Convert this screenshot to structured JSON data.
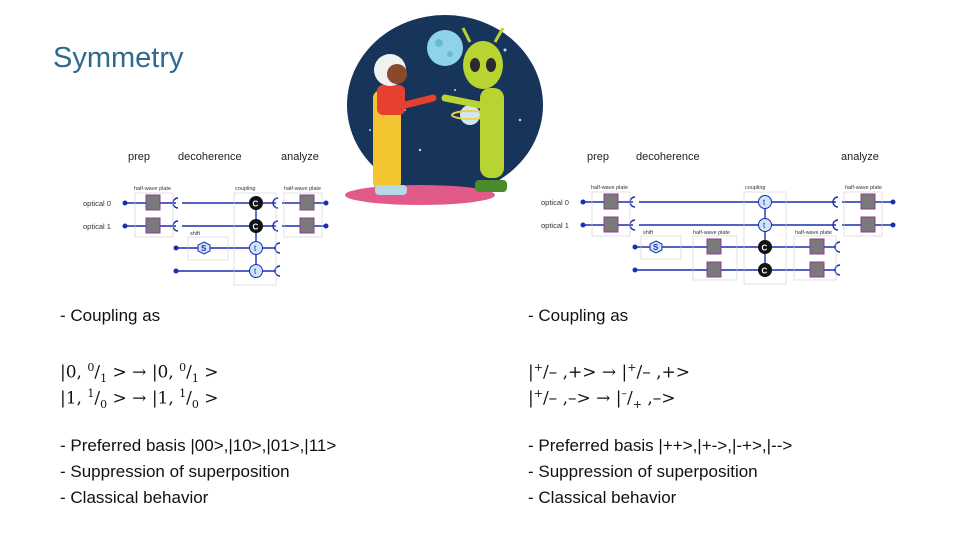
{
  "title": "Symmetry",
  "circuit_left": {
    "sections": {
      "prep": "prep",
      "decoherence": "decoherence",
      "analyze": "analyze"
    },
    "wires": {
      "optical0": "optical 0",
      "optical1": "optical 1"
    },
    "boxes": {
      "hwp_prep": "half-wave plate",
      "shift": "shift",
      "coupling": "coupling",
      "hwp_analyze": "half-wave plate"
    },
    "glyphs": {
      "c": "C",
      "t": "t",
      "s": "S"
    }
  },
  "circuit_right": {
    "sections": {
      "prep": "prep",
      "decoherence": "decoherence",
      "analyze": "analyze"
    },
    "wires": {
      "optical0": "optical 0",
      "optical1": "optical 1"
    },
    "boxes": {
      "hwp_prep": "half-wave plate",
      "shift": "shift",
      "hwp_mid": "half-wave plate",
      "coupling": "coupling",
      "hwp_mid2": "half-wave plate",
      "hwp_analyze": "half-wave plate"
    },
    "glyphs": {
      "c": "C",
      "t": "t",
      "s": "S"
    }
  },
  "left_text": {
    "coupling": "- Coupling as",
    "eq1": {
      "ket_a": "|0, ",
      "sup_a": "0",
      "slash_a": "/",
      "sub_a": "1",
      "tail_a": " >",
      "arrow": "→",
      "ket_b": "|0, ",
      "sup_b": "0",
      "slash_b": "/",
      "sub_b": "1",
      "tail_b": " >"
    },
    "eq2": {
      "ket_a": "|1, ",
      "sup_a": "1",
      "slash_a": "/",
      "sub_a": "0",
      "tail_a": " >",
      "arrow": "→",
      "ket_b": "|1, ",
      "sup_b": "1",
      "slash_b": "/",
      "sub_b": "0",
      "tail_b": " >"
    },
    "preferred": "- Preferred basis |00>,|10>,|01>,|11>",
    "suppression": "- Suppression of superposition",
    "classical": "- Classical behavior"
  },
  "right_text": {
    "coupling": "- Coupling as",
    "eq1": {
      "ket_a": "|",
      "sup_a": "+",
      "mid_a": "/– ,+>",
      "arrow": "→",
      "ket_b": "|",
      "sup_b": "+",
      "mid_b": "/– ,+>"
    },
    "eq2": {
      "ket_a": "|",
      "sup_a": "+",
      "mid_a": "/– ,–>",
      "arrow": "→",
      "ket_b": "|",
      "sup_b": "–",
      "slash_b": "/",
      "sub_b": "+",
      "mid_b": " ,–>"
    },
    "preferred": "- Preferred basis |++>,|+->,|-+>,|-->",
    "suppression": "- Suppression of superposition",
    "classical": "- Classical behavior"
  },
  "colors": {
    "title": "#2e6a8f",
    "wire": "#1a2fb0",
    "gate": "#7a7a7a",
    "gate_border": "#8a3f8f",
    "circle_fill": "#cfe4f7"
  }
}
